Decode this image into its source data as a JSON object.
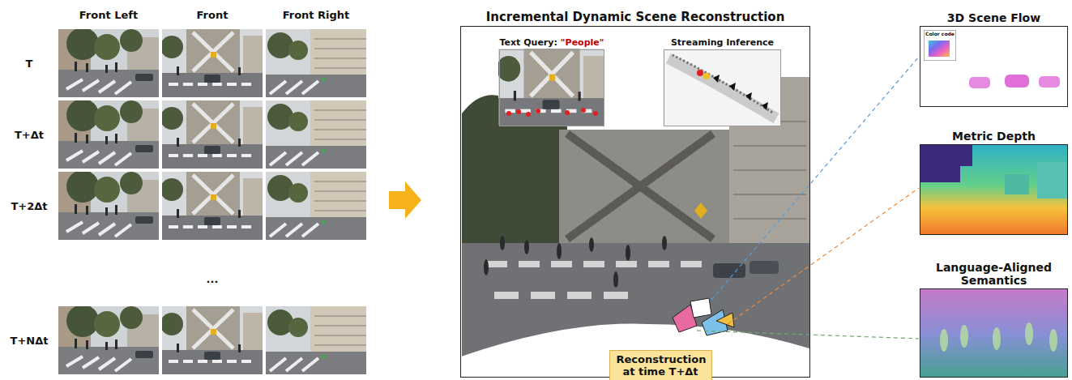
{
  "diagram": {
    "nodes": [
      {
        "text": [
          "Incremental Dynamic Scene Reconstruction"
        ]
      },
      {
        "text": [
          "Text Query:",
          "\"People\""
        ],
        "in": 0
      },
      {
        "text": [
          "Streaming Inference"
        ],
        "in": 0
      },
      {
        "text": [
          "Reconstruction at time T+Δt"
        ],
        "in": 0
      },
      {
        "text": [
          "3D Scene Flow"
        ]
      },
      {
        "text": [
          "Color code"
        ],
        "in": 4
      },
      {
        "text": [
          "Metric Depth"
        ]
      },
      {
        "text": [
          "Language-Aligned Semantics"
        ]
      }
    ],
    "labels": [
      "Front Left",
      "Front",
      "Front Right",
      "T",
      "T+Δt",
      "T+2Δt",
      "...",
      "T+NΔt"
    ]
  }
}
